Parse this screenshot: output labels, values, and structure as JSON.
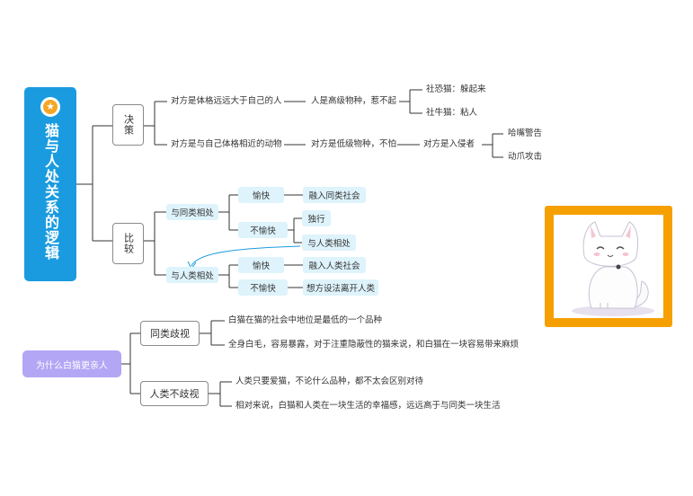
{
  "root": {
    "title": "猫与人处关系的逻辑",
    "icon": "star-badge-icon"
  },
  "branch_decision": {
    "label": "决策",
    "items": [
      {
        "condition": "对方是体格远远大于自己的人",
        "result": "人是高级物种，惹不起",
        "outcomes": [
          "社恐猫：躲起来",
          "社牛猫：粘人"
        ]
      },
      {
        "condition": "对方是与自己体格相近的动物",
        "result": "对方是低级物种，不怕",
        "sub": "对方是入侵者",
        "outcomes": [
          "哈嘴警告",
          "动爪攻击"
        ]
      }
    ]
  },
  "branch_compare": {
    "label": "比较",
    "same_species": {
      "label": "与同类相处",
      "happy": {
        "label": "愉快",
        "result": "融入同类社会"
      },
      "unhappy": {
        "label": "不愉快",
        "results": [
          "独行",
          "与人类相处"
        ]
      }
    },
    "human": {
      "label": "与人类相处",
      "happy": {
        "label": "愉快",
        "result": "融入人类社会"
      },
      "unhappy": {
        "label": "不愉快",
        "result": "想方设法离开人类"
      }
    }
  },
  "question": {
    "label": "为什么白猫更亲人",
    "reasons": [
      {
        "label": "同类歧视",
        "details": [
          "白猫在猫的社会中地位是最低的一个品种",
          "全身白毛，容易暴露，对于注重隐蔽性的猫来说，和白猫在一块容易带来麻烦"
        ]
      },
      {
        "label": "人类不歧视",
        "details": [
          "人类只要爱猫，不论什么品种，都不太会区别对待",
          "相对来说，白猫和人类在一块生活的幸福感，远远高于与同类一块生活"
        ]
      }
    ]
  },
  "colors": {
    "root": "#1a9be0",
    "pill": "#def3fb",
    "question": "#b3a6f5",
    "frame": "#f5a000",
    "arrow": "#1a9be0"
  }
}
